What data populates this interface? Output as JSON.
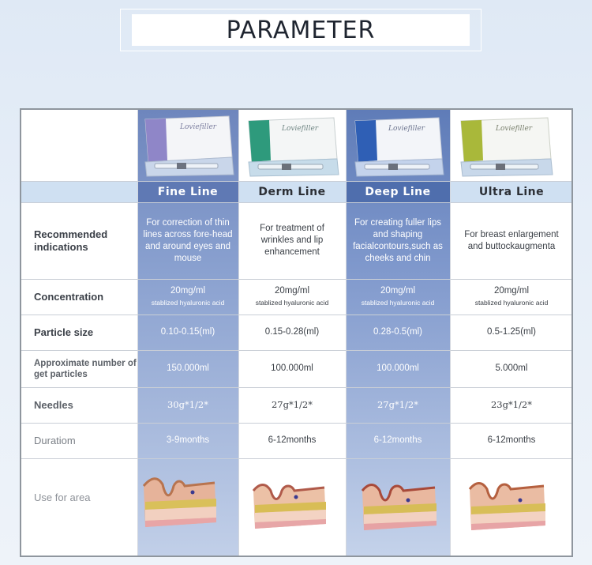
{
  "title": "PARAMETER",
  "products": [
    {
      "name": "Fine Line",
      "brand": "Loviefiller",
      "box_color": "#8f86c8",
      "highlight": true
    },
    {
      "name": "Derm Line",
      "brand": "Loviefiller",
      "box_color": "#2e9a7c",
      "highlight": false
    },
    {
      "name": "Deep Line",
      "brand": "Loviefiller",
      "box_color": "#2f5fb5",
      "highlight": true
    },
    {
      "name": "Ultra Line",
      "brand": "Loviefiller",
      "box_color": "#a9b83a",
      "highlight": false
    }
  ],
  "rows": {
    "indications": {
      "label": "Recommended indications",
      "values": [
        "For correction of thin lines across fore-head and around eyes and mouse",
        "For treatment of wrinkles and lip enhancement",
        "For creating fuller lips and shaping facialcontours,such as cheeks and chin",
        "For breast enlargement and buttockaugmenta"
      ]
    },
    "concentration": {
      "label": "Concentration",
      "values": [
        "20mg/ml",
        "20mg/ml",
        "20mg/ml",
        "20mg/ml"
      ],
      "sub": "stablized hyaluronic acid"
    },
    "particle_size": {
      "label": "Particle size",
      "values": [
        "0.10-0.15(ml)",
        "0.15-0.28(ml)",
        "0.28-0.5(ml)",
        "0.5-1.25(ml)"
      ]
    },
    "particles": {
      "label": "Approximate number of get particles",
      "values": [
        "150.000ml",
        "100.000ml",
        "100.000ml",
        "5.000ml"
      ]
    },
    "needles": {
      "label": "Needles",
      "values": [
        "30g*1/2*",
        "27g*1/2*",
        "27g*1/2*",
        "23g*1/2*"
      ]
    },
    "duration": {
      "label": "Duratiom",
      "values": [
        "3-9months",
        "6-12months",
        "6-12months",
        "6-12months"
      ]
    },
    "area": {
      "label": "Use for area",
      "icon": "skin-layers-illustration"
    }
  }
}
